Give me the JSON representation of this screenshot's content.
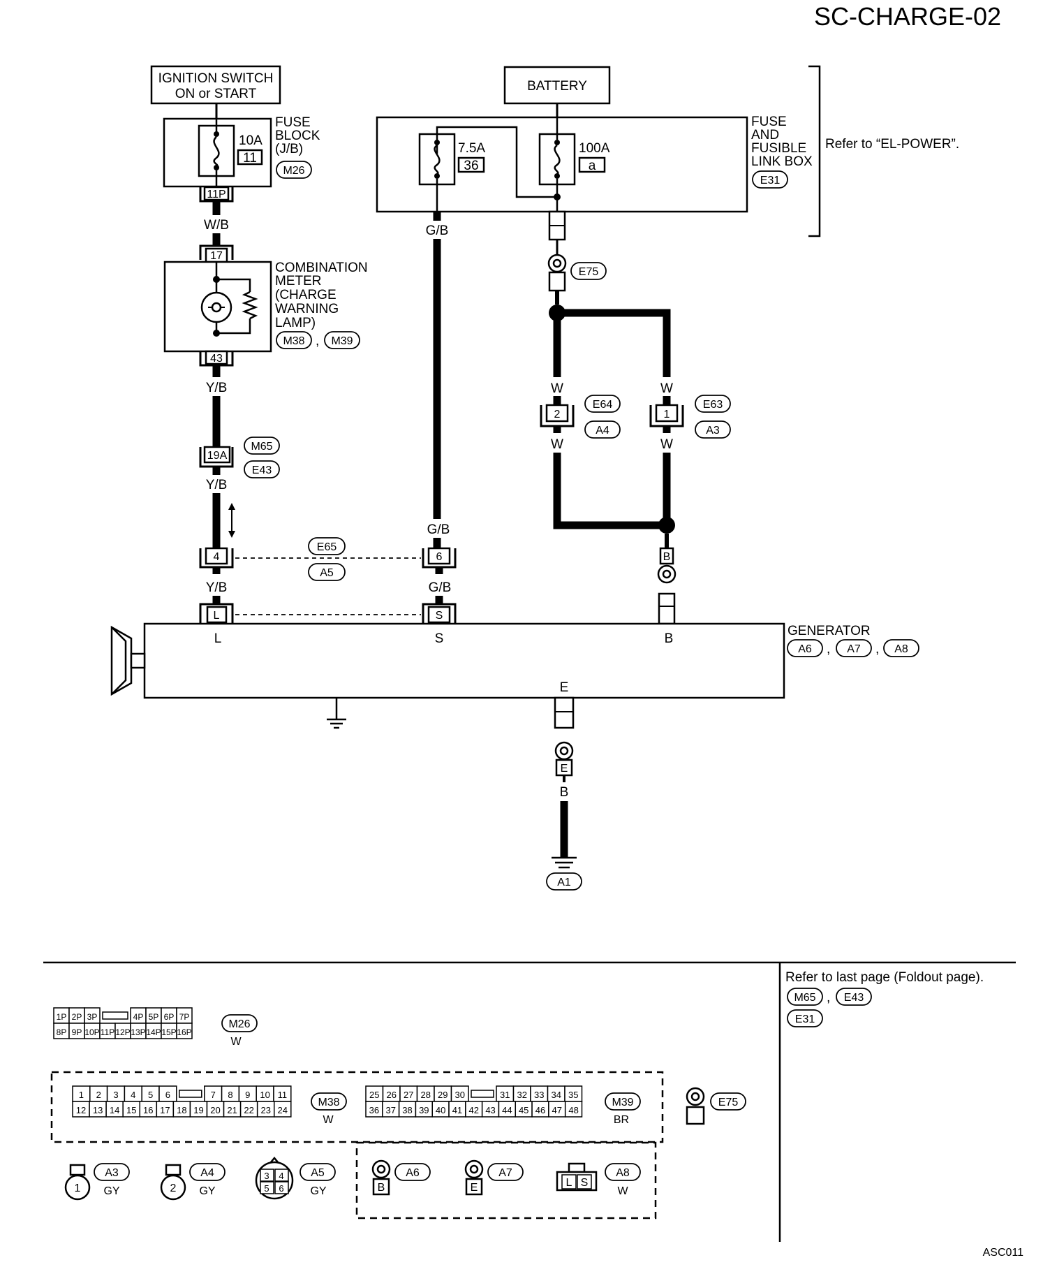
{
  "page_id": "SC-CHARGE-02",
  "figure_code": "ASC011",
  "components": {
    "ignition_switch": {
      "line1": "IGNITION SWITCH",
      "line2": "ON or START"
    },
    "fuse_block": {
      "rating": "10A",
      "number": "11",
      "label": [
        "FUSE",
        "BLOCK",
        "(J/B)"
      ],
      "connector": "M26",
      "terminal": "11P"
    },
    "battery": {
      "label": "BATTERY"
    },
    "fuse_link_box": {
      "label": [
        "FUSE",
        "AND",
        "FUSIBLE",
        "LINK BOX"
      ],
      "connector": "E31",
      "fuse_rating": "7.5A",
      "fuse_number": "36",
      "link_rating": "100A",
      "link_id": "a",
      "note": "Refer to “EL-POWER”."
    },
    "combination_meter": {
      "label": [
        "COMBINATION",
        "METER",
        "(CHARGE",
        "WARNING",
        "LAMP)"
      ],
      "connectors": [
        "M38",
        "M39"
      ],
      "terminal_top": "17",
      "terminal_bottom": "43"
    },
    "generator": {
      "label": "GENERATOR",
      "connectors": [
        "A6",
        "A7",
        "A8"
      ],
      "terminals": {
        "L": "L",
        "S": "S",
        "B": "B",
        "E": "E"
      }
    }
  },
  "wire_colors": {
    "wb": "W/B",
    "yb": "Y/B",
    "gb": "G/B",
    "w": "W",
    "b": "B"
  },
  "connectors": {
    "c19a": {
      "pin": "19A",
      "ids": [
        "M65",
        "E43"
      ]
    },
    "c4": {
      "pin": "4",
      "pin6": "6",
      "ids": [
        "E65",
        "A5"
      ]
    },
    "e75": {
      "id": "E75"
    },
    "e64": {
      "pin": "2",
      "ids": [
        "E64",
        "A4"
      ]
    },
    "e63": {
      "pin": "1",
      "ids": [
        "E63",
        "A3"
      ]
    },
    "ground": {
      "id": "A1",
      "terminal": "E"
    }
  },
  "separator_note": {
    "text": "Refer to last page (Foldout page).",
    "ids": [
      "M65",
      "E43",
      "E31"
    ]
  },
  "connector_views": {
    "m26": {
      "id": "M26",
      "color": "W",
      "row1": [
        "1P",
        "2P",
        "3P",
        "4P",
        "5P",
        "6P",
        "7P"
      ],
      "row2": [
        "8P",
        "9P",
        "10P",
        "11P",
        "12P",
        "13P",
        "14P",
        "15P",
        "16P"
      ]
    },
    "m38": {
      "id": "M38",
      "color": "W",
      "row1": [
        "1",
        "2",
        "3",
        "4",
        "5",
        "6",
        "7",
        "8",
        "9",
        "10",
        "11"
      ],
      "row2": [
        "12",
        "13",
        "14",
        "15",
        "16",
        "17",
        "18",
        "19",
        "20",
        "21",
        "22",
        "23",
        "24"
      ]
    },
    "m39": {
      "id": "M39",
      "color": "BR",
      "row1": [
        "25",
        "26",
        "27",
        "28",
        "29",
        "30",
        "31",
        "32",
        "33",
        "34",
        "35"
      ],
      "row2": [
        "36",
        "37",
        "38",
        "39",
        "40",
        "41",
        "42",
        "43",
        "44",
        "45",
        "46",
        "47",
        "48"
      ]
    },
    "e75": {
      "id": "E75"
    },
    "a3": {
      "id": "A3",
      "color": "GY",
      "pin": "1"
    },
    "a4": {
      "id": "A4",
      "color": "GY",
      "pin": "2"
    },
    "a5": {
      "id": "A5",
      "color": "GY",
      "pins": [
        "3",
        "4",
        "5",
        "6"
      ]
    },
    "a6": {
      "id": "A6",
      "pin": "B"
    },
    "a7": {
      "id": "A7",
      "pin": "E"
    },
    "a8": {
      "id": "A8",
      "color": "W",
      "pins": [
        "L",
        "S"
      ]
    }
  }
}
